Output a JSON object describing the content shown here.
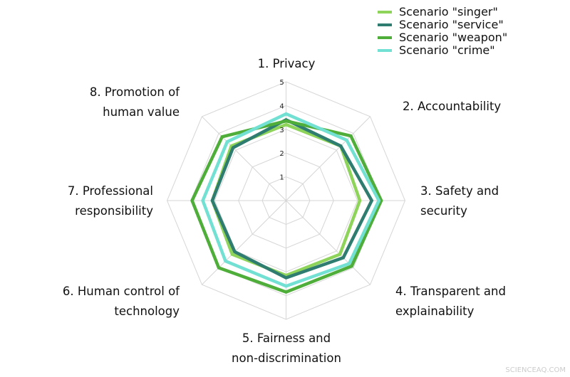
{
  "chart_data": {
    "type": "radar",
    "axes": [
      "1. Privacy",
      "2. Accountability",
      "3. Safety and security",
      "4. Transparent and explainability",
      "5. Fairness and non-discrimination",
      "6. Human control of technology",
      "7. Professional responsibility",
      "8. Promotion of human value"
    ],
    "axis_label_lines": [
      [
        "1. Privacy"
      ],
      [
        "2. Accountability"
      ],
      [
        "3. Safety and",
        "security"
      ],
      [
        "4. Transparent and",
        "explainability"
      ],
      [
        "5. Fairness and",
        "non-discrimination"
      ],
      [
        "6. Human control of",
        "technology"
      ],
      [
        "7. Professional",
        "responsibility"
      ],
      [
        "8. Promotion of",
        "human value"
      ]
    ],
    "rlim": [
      0,
      5
    ],
    "ticks": [
      "1",
      "2",
      "3",
      "4",
      "5"
    ],
    "grid": true,
    "legend": "top-right",
    "series": [
      {
        "name": "Scenario \"singer\"",
        "color": "#8ed35a",
        "values": [
          3.2,
          3.25,
          3.1,
          3.2,
          3.15,
          3.2,
          3.1,
          3.25
        ]
      },
      {
        "name": "Scenario \"service\"",
        "color": "#2f7d70",
        "values": [
          3.4,
          3.25,
          3.6,
          3.4,
          3.25,
          3.05,
          3.1,
          3.15
        ]
      },
      {
        "name": "Scenario \"weapon\"",
        "color": "#4fae3a",
        "values": [
          3.35,
          3.85,
          4.0,
          3.9,
          3.85,
          4.0,
          3.95,
          3.8
        ]
      },
      {
        "name": "Scenario \"crime\"",
        "color": "#72e0d2",
        "values": [
          3.65,
          3.6,
          3.9,
          3.75,
          3.6,
          3.6,
          3.5,
          3.5
        ]
      }
    ]
  },
  "watermark": "SCIENCEAQ.COM"
}
